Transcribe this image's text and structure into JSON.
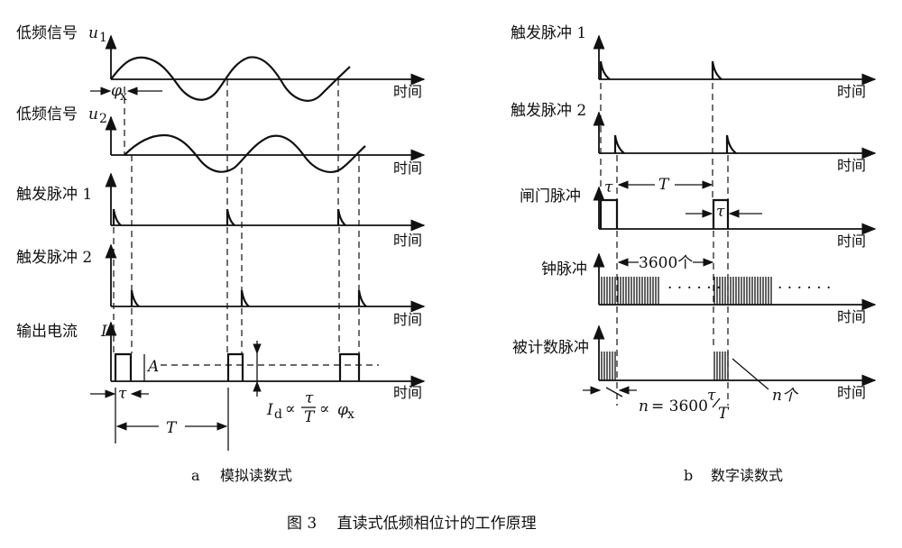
{
  "panel_a": {
    "labels": {
      "u1": "低频信号",
      "u1_sym": "u",
      "u1_sub": "1",
      "u2": "低频信号",
      "u2_sym": "u",
      "u2_sub": "2",
      "trig1": "触发脉冲 1",
      "trig2": "触发脉冲 2",
      "out": "输出电流",
      "out_sym": "I"
    },
    "time_axis": "时间",
    "phi": "φ",
    "phi_sub": "x",
    "A": "A",
    "tau": "τ",
    "T": "T",
    "formula_Id": "I",
    "formula_Id_sub": "d",
    "formula_propto1": "∝",
    "formula_frac_num": "τ",
    "formula_frac_den": "T",
    "formula_propto2": "∝",
    "formula_phi": "φ",
    "formula_phi_sub": "x",
    "caption_letter": "a",
    "caption": "模拟读数式"
  },
  "panel_b": {
    "labels": {
      "trig1": "触发脉冲 1",
      "trig2": "触发脉冲 2",
      "gate": "闸门脉冲",
      "clock": "钟脉冲",
      "counted": "被计数脉冲"
    },
    "time_axis": "时间",
    "tau": "τ",
    "T": "T",
    "count": "3600个",
    "n_count": "n个",
    "formula_n": "n",
    "formula_eq": "= 3600",
    "formula_num": "τ",
    "formula_den": "T",
    "dots": "· · · · · ·",
    "caption_letter": "b",
    "caption": "数字读数式"
  },
  "figure_caption": "图 3　 直读式低频相位计的工作原理"
}
